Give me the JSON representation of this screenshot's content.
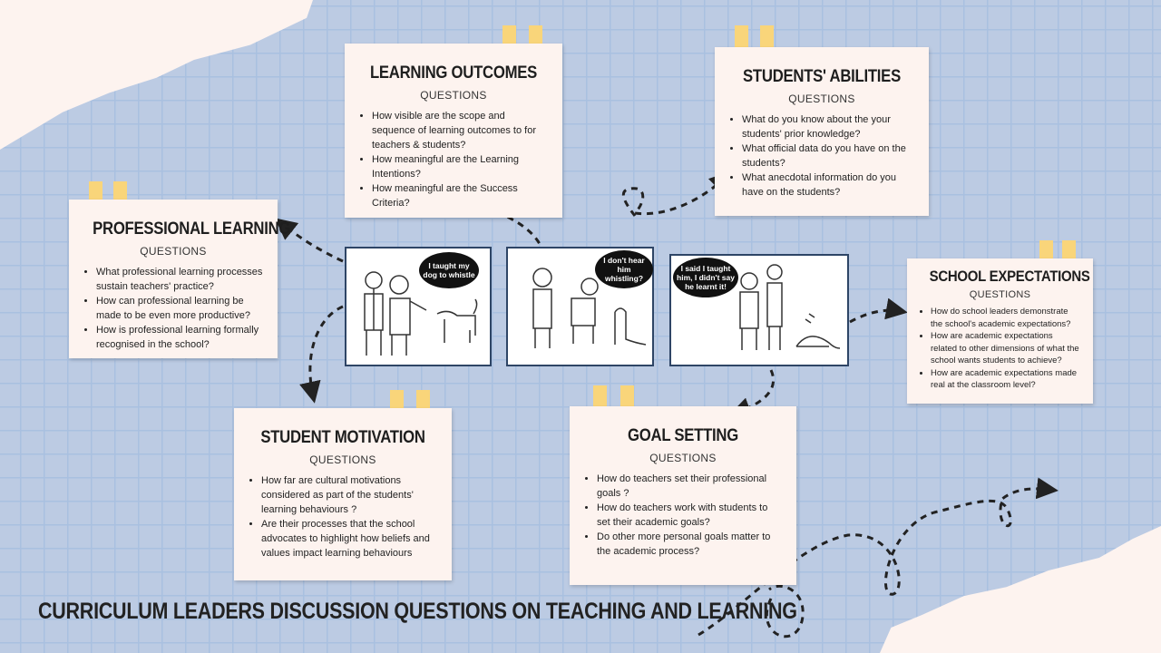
{
  "colors": {
    "background": "#bccbe3",
    "card": "#fdf3ef",
    "tape": "#f9d57a",
    "text": "#222222"
  },
  "cards": [
    {
      "id": "learning-outcomes",
      "title": "Learning Outcomes",
      "subtitle": "QUESTIONS",
      "bullets": [
        "How visible are the scope and sequence of learning outcomes to for teachers & students?",
        "How meaningful are the Learning Intentions?",
        "How meaningful are the Success Criteria?"
      ]
    },
    {
      "id": "students-abilities",
      "title": "Students' Abilities",
      "subtitle": "QUESTIONS",
      "bullets": [
        "What do you know about the your students' prior knowledge?",
        "What official data do you have on the students?",
        "What anecdotal information do you have on the students?"
      ]
    },
    {
      "id": "professional-learning",
      "title": "Professional Learning",
      "subtitle": "QUESTIONS",
      "bullets": [
        "What professional learning processes sustain teachers' practice?",
        "How can professional learning be made to be even more productive?",
        "How is professional learning formally recognised in the school?"
      ]
    },
    {
      "id": "student-motivation",
      "title": "Student Motivation",
      "subtitle": "QUESTIONS",
      "bullets": [
        "How far are cultural motivations considered as part of the students' learning behaviours ?",
        "Are their processes that the school advocates to highlight how beliefs and values impact learning behaviours"
      ]
    },
    {
      "id": "goal-setting",
      "title": "Goal Setting",
      "subtitle": "QUESTIONS",
      "bullets": [
        "How do teachers set their professional goals ?",
        "How do teachers work with students to set their academic goals?",
        "Do other more personal goals matter to the academic process?"
      ]
    },
    {
      "id": "school-expectations",
      "title": "School Expectations",
      "subtitle": "QUESTIONS",
      "bullets": [
        "How do school leaders demonstrate the school's academic expectations?",
        "How are academic expectations related to other dimensions of what the school wants students to achieve?",
        "How are academic expectations made real at the classroom level?"
      ]
    }
  ],
  "comic": {
    "panel1": "I taught my dog to whistle",
    "panel2": "I don't hear him whistling?",
    "panel3": "I said I taught him, I didn't say he learnt it!"
  },
  "footer": "CURRICULUM LEADERS DISCUSSION QUESTIONS ON TEACHING AND LEARNING"
}
